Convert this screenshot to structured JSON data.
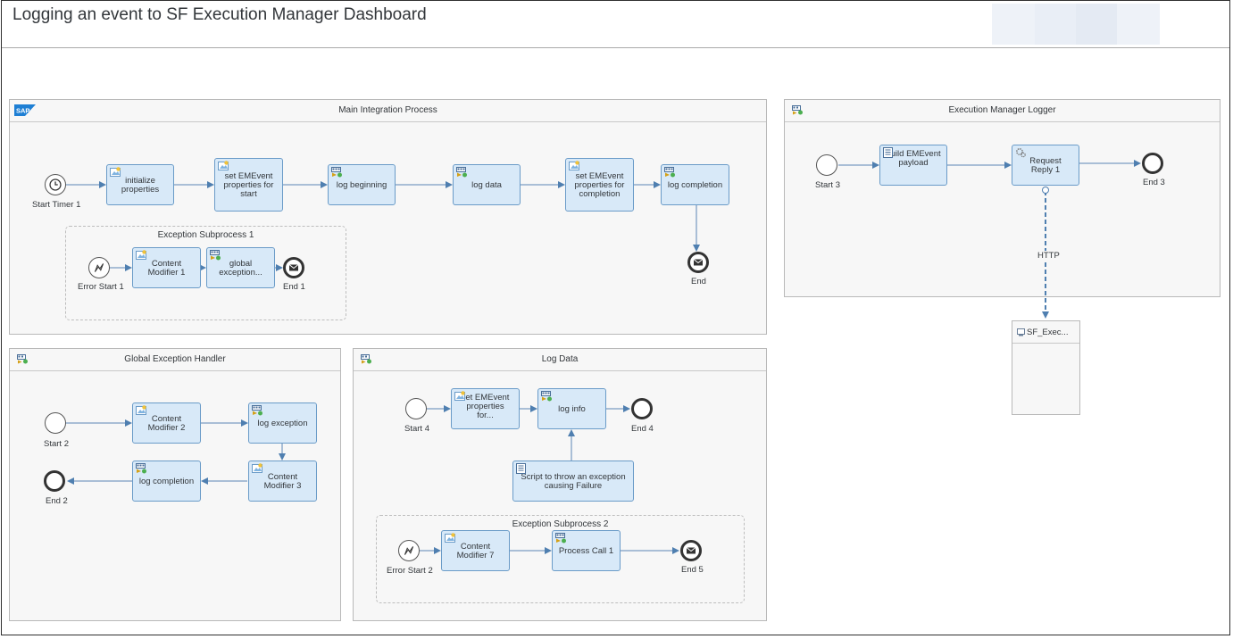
{
  "header": {
    "title": "Logging an event to SF Execution Manager Dashboard"
  },
  "pools": {
    "main": {
      "title": "Main Integration Process",
      "icon": "sap-logo-icon",
      "events": {
        "start_timer": "Start Timer 1",
        "end": "End"
      },
      "tasks": {
        "initialize": "initialize properties",
        "set_start": "set EMEvent properties for start",
        "log_beginning": "log beginning",
        "log_data": "log data",
        "set_completion": "set EMEvent properties for completion",
        "log_completion": "log completion"
      },
      "subprocess": {
        "title": "Exception Subprocess 1",
        "error_start": "Error Start 1",
        "content_modifier": "Content Modifier 1",
        "global_exception": "global exception...",
        "end": "End 1"
      }
    },
    "logger": {
      "title": "Execution Manager Logger",
      "events": {
        "start": "Start 3",
        "end": "End 3"
      },
      "tasks": {
        "build_payload": "build EMEvent payload",
        "request_reply": "Request Reply 1"
      },
      "connection_label": "HTTP",
      "receiver": "SF_Exec..."
    },
    "global_exception": {
      "title": "Global Exception Handler",
      "events": {
        "start": "Start 2",
        "end": "End 2"
      },
      "tasks": {
        "content_modifier_2": "Content Modifier 2",
        "log_exception": "log exception",
        "content_modifier_3": "Content Modifier 3",
        "log_completion": "log completion"
      }
    },
    "log_data": {
      "title": "Log Data",
      "events": {
        "start": "Start 4",
        "end": "End 4"
      },
      "tasks": {
        "set_props": "set EMEvent properties for...",
        "log_info": "log info",
        "script": "Script to throw an exception causing Failure"
      },
      "subprocess": {
        "title": "Exception Subprocess 2",
        "error_start": "Error Start 2",
        "content_modifier": "Content Modifier 7",
        "process_call": "Process Call 1",
        "end": "End 5"
      }
    }
  },
  "colors": {
    "task_fill": "#d8e9f8",
    "task_border": "#6a9bc8",
    "connector": "#5b86b5",
    "pool_fill": "#f7f7f7"
  }
}
